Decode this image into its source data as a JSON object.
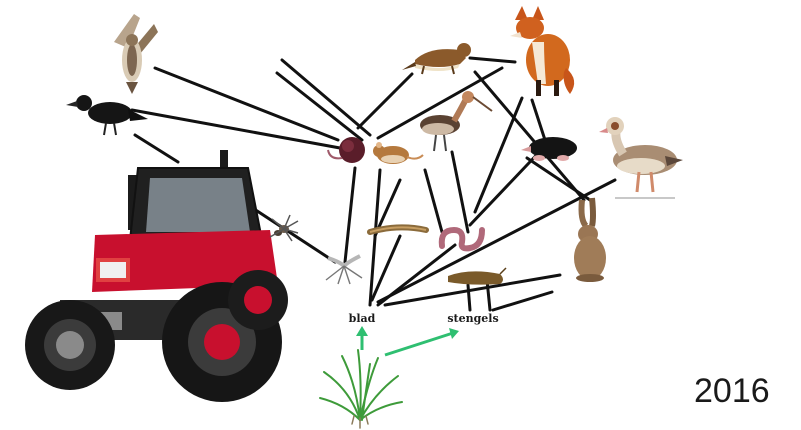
{
  "labels": {
    "leaf": "blad",
    "stems": "stengels",
    "year": "2016"
  },
  "nodes": [
    {
      "id": "hawk",
      "icon": "hawk-icon"
    },
    {
      "id": "crow",
      "icon": "crow-icon"
    },
    {
      "id": "tractor",
      "icon": "tractor-icon"
    },
    {
      "id": "weasel",
      "icon": "weasel-icon"
    },
    {
      "id": "fox",
      "icon": "fox-icon"
    },
    {
      "id": "vole",
      "icon": "vole-icon"
    },
    {
      "id": "mouse",
      "icon": "mouse-icon"
    },
    {
      "id": "godwit",
      "icon": "godwit-icon"
    },
    {
      "id": "mole",
      "icon": "mole-icon"
    },
    {
      "id": "goose",
      "icon": "goose-icon"
    },
    {
      "id": "spider",
      "icon": "spider-icon"
    },
    {
      "id": "cranefly",
      "icon": "cranefly-icon"
    },
    {
      "id": "larva",
      "icon": "larva-icon"
    },
    {
      "id": "earthworm",
      "icon": "earthworm-icon"
    },
    {
      "id": "slug",
      "icon": "slug-icon"
    },
    {
      "id": "hare",
      "icon": "hare-icon"
    },
    {
      "id": "grass",
      "icon": "grass-icon"
    }
  ],
  "colors": {
    "link": "#111111",
    "grass_arrow": "#2fbf71"
  }
}
